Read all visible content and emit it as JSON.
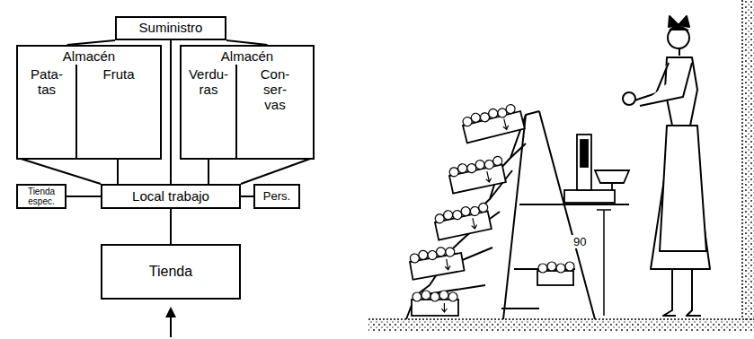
{
  "diagram": {
    "nodes": [
      {
        "text": [
          "Suministro"
        ]
      },
      {
        "text": [
          "Almacén"
        ]
      },
      {
        "text": [
          "Pata- tas"
        ],
        "in": 1
      },
      {
        "text": [
          "Fruta"
        ],
        "in": 1
      },
      {
        "text": [
          "Almacén"
        ]
      },
      {
        "text": [
          "Verdu- ras"
        ],
        "in": 4
      },
      {
        "text": [
          "Con- ser- vas"
        ],
        "in": 4
      },
      {
        "text": [
          "Tienda espec."
        ]
      },
      {
        "text": [
          "Local trabajo"
        ]
      },
      {
        "text": [
          "Pers."
        ]
      },
      {
        "text": [
          "Tienda"
        ]
      }
    ],
    "edges": [
      {
        "from": 0,
        "to": 1,
        "arrow": "none"
      },
      {
        "from": 0,
        "to": 4,
        "arrow": "none"
      },
      {
        "from": 0,
        "to": 8,
        "arrow": "none"
      },
      {
        "from": 2,
        "to": 8,
        "arrow": "none"
      },
      {
        "from": 3,
        "to": 8,
        "arrow": "none"
      },
      {
        "from": 5,
        "to": 8,
        "arrow": "none"
      },
      {
        "from": 6,
        "to": 8,
        "arrow": "none"
      },
      {
        "from": 7,
        "to": 8,
        "arrow": "none"
      },
      {
        "from": 8,
        "to": 9,
        "arrow": "none"
      },
      {
        "from": 8,
        "to": 10,
        "arrow": "none"
      }
    ],
    "labels": [
      "90"
    ]
  }
}
